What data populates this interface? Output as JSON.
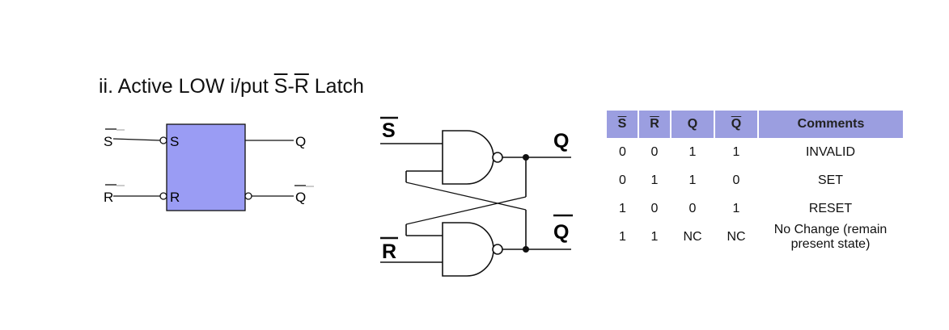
{
  "title": {
    "prefix": "ii. Active LOW i/put ",
    "s": "S",
    "dash": "-",
    "r": "R",
    "suffix": " Latch"
  },
  "block_symbol": {
    "s_in": "S",
    "r_in": "R",
    "s_pin": "S",
    "r_pin": "R",
    "q_out": "Q",
    "qbar_out": "Q",
    "fill": "#9a9cf4"
  },
  "gate_circuit": {
    "s": "S",
    "r": "R",
    "q": "Q",
    "qbar": "Q"
  },
  "truth_table": {
    "headers": [
      "S",
      "R",
      "Q",
      "Q",
      "Comments"
    ],
    "header_fill": "#9b9ee0",
    "rows": [
      [
        "0",
        "0",
        "1",
        "1",
        "INVALID"
      ],
      [
        "0",
        "1",
        "1",
        "0",
        "SET"
      ],
      [
        "1",
        "0",
        "0",
        "1",
        "RESET"
      ],
      [
        "1",
        "1",
        "NC",
        "NC",
        "No Change (remain present state)"
      ]
    ]
  }
}
